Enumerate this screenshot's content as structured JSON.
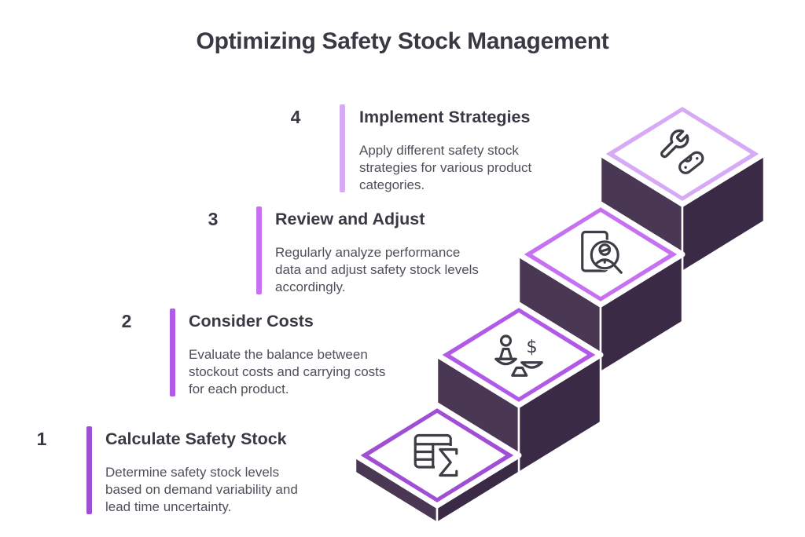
{
  "title": "Optimizing Safety Stock Management",
  "steps": [
    {
      "number": "1",
      "title": "Calculate Safety Stock",
      "description": "Determine safety stock levels based on demand variability and lead time uncertainty.",
      "description_lines": [
        "Determine safety stock levels",
        "based on demand variability and",
        "lead time uncertainty."
      ],
      "accent": "#a04fd4",
      "icon": "table-sum-icon"
    },
    {
      "number": "2",
      "title": "Consider Costs",
      "description": "Evaluate the balance between stockout costs and carrying costs for each product.",
      "description_lines": [
        "Evaluate the balance between",
        "stockout costs and carrying costs",
        "for each product."
      ],
      "accent": "#b25ae8",
      "icon": "balance-scale-icon"
    },
    {
      "number": "3",
      "title": "Review and Adjust",
      "description": "Regularly analyze performance data and adjust safety stock levels accordingly.",
      "description_lines": [
        "Regularly analyze performance",
        "data and adjust safety stock levels",
        "accordingly."
      ],
      "accent": "#c671f2",
      "icon": "person-search-icon"
    },
    {
      "number": "4",
      "title": "Implement Strategies",
      "description": "Apply different safety stock strategies for various product categories.",
      "description_lines": [
        "Apply different safety stock",
        "strategies for various product",
        "categories."
      ],
      "accent": "#d7aaf5",
      "icon": "wrench-knife-icon"
    }
  ],
  "glyphs": {
    "dollar": "$"
  },
  "colors": {
    "background": "#ffffff",
    "heading": "#3b3844",
    "body_text": "#524e5a",
    "face_left": "#4a3754",
    "face_right": "#3a2a46",
    "icon_stroke": "#3f3c45",
    "tile_surface": "#ffffff"
  }
}
